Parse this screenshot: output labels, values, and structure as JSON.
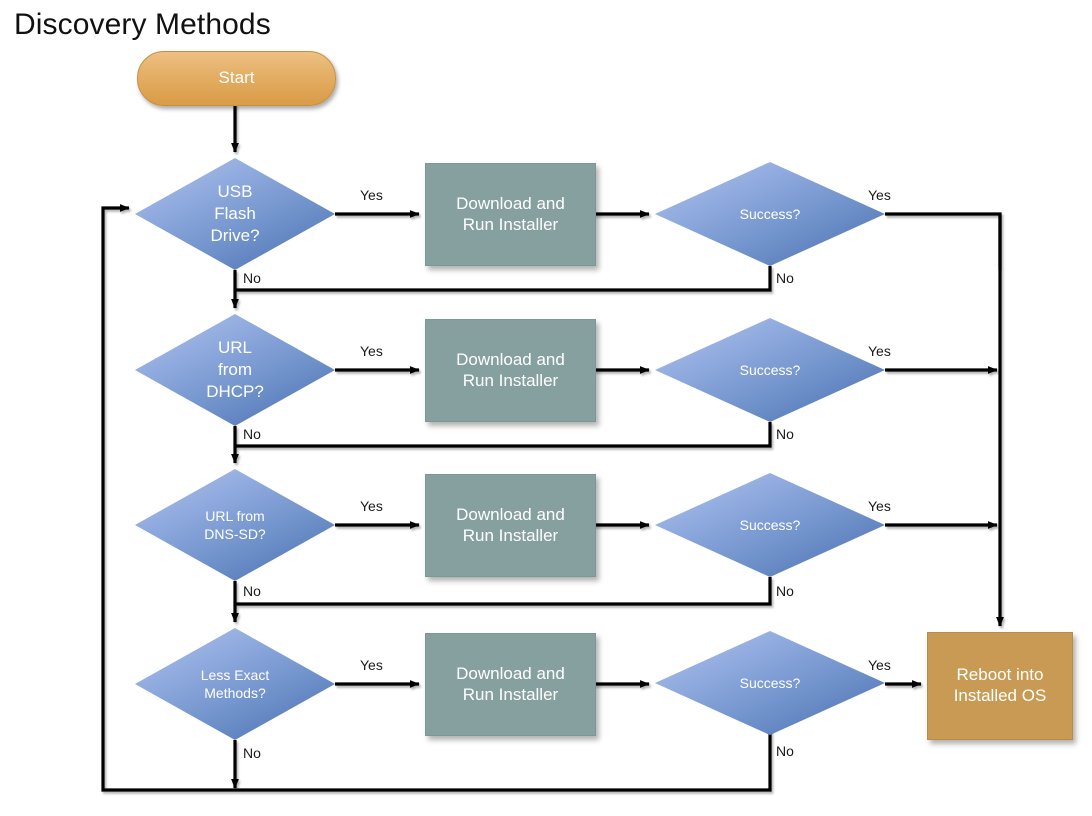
{
  "page": {
    "title": "Discovery Methods",
    "background": "#ffffff"
  },
  "colors": {
    "start_fill": "#e3ad63",
    "decision_fill": "#6d90c9",
    "process_fill": "#86a0a0",
    "terminal_fill": "#c99a53",
    "connector": "#000000",
    "node_text": "#ffffff",
    "label_text": "#1a1a1a",
    "title_text": "#111111"
  },
  "nodes": {
    "start": {
      "label": "Start",
      "shape": "rounded-terminator"
    },
    "decisions": [
      {
        "id": "usb",
        "label": "USB\nFlash\nDrive?",
        "line1": "USB",
        "line2": "Flash",
        "line3": "Drive?"
      },
      {
        "id": "dhcp",
        "label": "URL\nfrom\nDHCP?",
        "line1": "URL",
        "line2": "from",
        "line3": "DHCP?"
      },
      {
        "id": "dnssd",
        "label": "URL from\nDNS-SD?",
        "line1": "URL from",
        "line2": "DNS-SD?",
        "line3": ""
      },
      {
        "id": "less",
        "label": "Less Exact\nMethods?",
        "line1": "Less Exact",
        "line2": "Methods?",
        "line3": ""
      }
    ],
    "processes": [
      {
        "id": "proc1",
        "line1": "Download and",
        "line2": "Run Installer"
      },
      {
        "id": "proc2",
        "line1": "Download and",
        "line2": "Run Installer"
      },
      {
        "id": "proc3",
        "line1": "Download and",
        "line2": "Run Installer"
      },
      {
        "id": "proc4",
        "line1": "Download and",
        "line2": "Run Installer"
      }
    ],
    "success_checks": [
      {
        "id": "success1",
        "label": "Success?"
      },
      {
        "id": "success2",
        "label": "Success?"
      },
      {
        "id": "success3",
        "label": "Success?"
      },
      {
        "id": "success4",
        "label": "Success?"
      }
    ],
    "terminal": {
      "id": "reboot",
      "line1": "Reboot into",
      "line2": "Installed OS"
    }
  },
  "edge_labels": {
    "dec1_yes": "Yes",
    "dec1_no": "No",
    "suc1_yes": "Yes",
    "suc1_no": "No",
    "dec2_yes": "Yes",
    "dec2_no": "No",
    "suc2_yes": "Yes",
    "suc2_no": "No",
    "dec3_yes": "Yes",
    "dec3_no": "No",
    "suc3_yes": "Yes",
    "suc3_no": "No",
    "dec4_yes": "Yes",
    "dec4_no": "No",
    "suc4_yes": "Yes",
    "suc4_no": "No"
  },
  "chart_data": {
    "type": "flowchart",
    "title": "Discovery Methods",
    "nodes": [
      {
        "id": "start",
        "text": "Start",
        "type": "terminator",
        "fill": "#e3ad63"
      },
      {
        "id": "usb",
        "text": "USB Flash Drive?",
        "type": "decision",
        "fill": "#6d90c9"
      },
      {
        "id": "proc1",
        "text": "Download and Run Installer",
        "type": "process",
        "fill": "#86a0a0"
      },
      {
        "id": "success1",
        "text": "Success?",
        "type": "decision",
        "fill": "#6d90c9"
      },
      {
        "id": "dhcp",
        "text": "URL from DHCP?",
        "type": "decision",
        "fill": "#6d90c9"
      },
      {
        "id": "proc2",
        "text": "Download and Run Installer",
        "type": "process",
        "fill": "#86a0a0"
      },
      {
        "id": "success2",
        "text": "Success?",
        "type": "decision",
        "fill": "#6d90c9"
      },
      {
        "id": "dnssd",
        "text": "URL from DNS-SD?",
        "type": "decision",
        "fill": "#6d90c9"
      },
      {
        "id": "proc3",
        "text": "Download and Run Installer",
        "type": "process",
        "fill": "#86a0a0"
      },
      {
        "id": "success3",
        "text": "Success?",
        "type": "decision",
        "fill": "#6d90c9"
      },
      {
        "id": "less",
        "text": "Less Exact Methods?",
        "type": "decision",
        "fill": "#6d90c9"
      },
      {
        "id": "proc4",
        "text": "Download and Run Installer",
        "type": "process",
        "fill": "#86a0a0"
      },
      {
        "id": "success4",
        "text": "Success?",
        "type": "decision",
        "fill": "#6d90c9"
      },
      {
        "id": "reboot",
        "text": "Reboot into Installed OS",
        "type": "terminator",
        "fill": "#c99a53"
      }
    ],
    "edges": [
      {
        "from": "start",
        "to": "usb",
        "label": ""
      },
      {
        "from": "usb",
        "to": "proc1",
        "label": "Yes"
      },
      {
        "from": "usb",
        "to": "dhcp",
        "label": "No"
      },
      {
        "from": "proc1",
        "to": "success1",
        "label": ""
      },
      {
        "from": "success1",
        "to": "reboot",
        "label": "Yes"
      },
      {
        "from": "success1",
        "to": "dhcp",
        "label": "No"
      },
      {
        "from": "dhcp",
        "to": "proc2",
        "label": "Yes"
      },
      {
        "from": "dhcp",
        "to": "dnssd",
        "label": "No"
      },
      {
        "from": "proc2",
        "to": "success2",
        "label": ""
      },
      {
        "from": "success2",
        "to": "reboot",
        "label": "Yes"
      },
      {
        "from": "success2",
        "to": "dnssd",
        "label": "No"
      },
      {
        "from": "dnssd",
        "to": "proc3",
        "label": "Yes"
      },
      {
        "from": "dnssd",
        "to": "less",
        "label": "No"
      },
      {
        "from": "proc3",
        "to": "success3",
        "label": ""
      },
      {
        "from": "success3",
        "to": "reboot",
        "label": "Yes"
      },
      {
        "from": "success3",
        "to": "less",
        "label": "No"
      },
      {
        "from": "less",
        "to": "proc4",
        "label": "Yes"
      },
      {
        "from": "less",
        "to": "usb",
        "label": "No"
      },
      {
        "from": "proc4",
        "to": "success4",
        "label": ""
      },
      {
        "from": "success4",
        "to": "reboot",
        "label": "Yes"
      },
      {
        "from": "success4",
        "to": "usb",
        "label": "No"
      }
    ]
  }
}
